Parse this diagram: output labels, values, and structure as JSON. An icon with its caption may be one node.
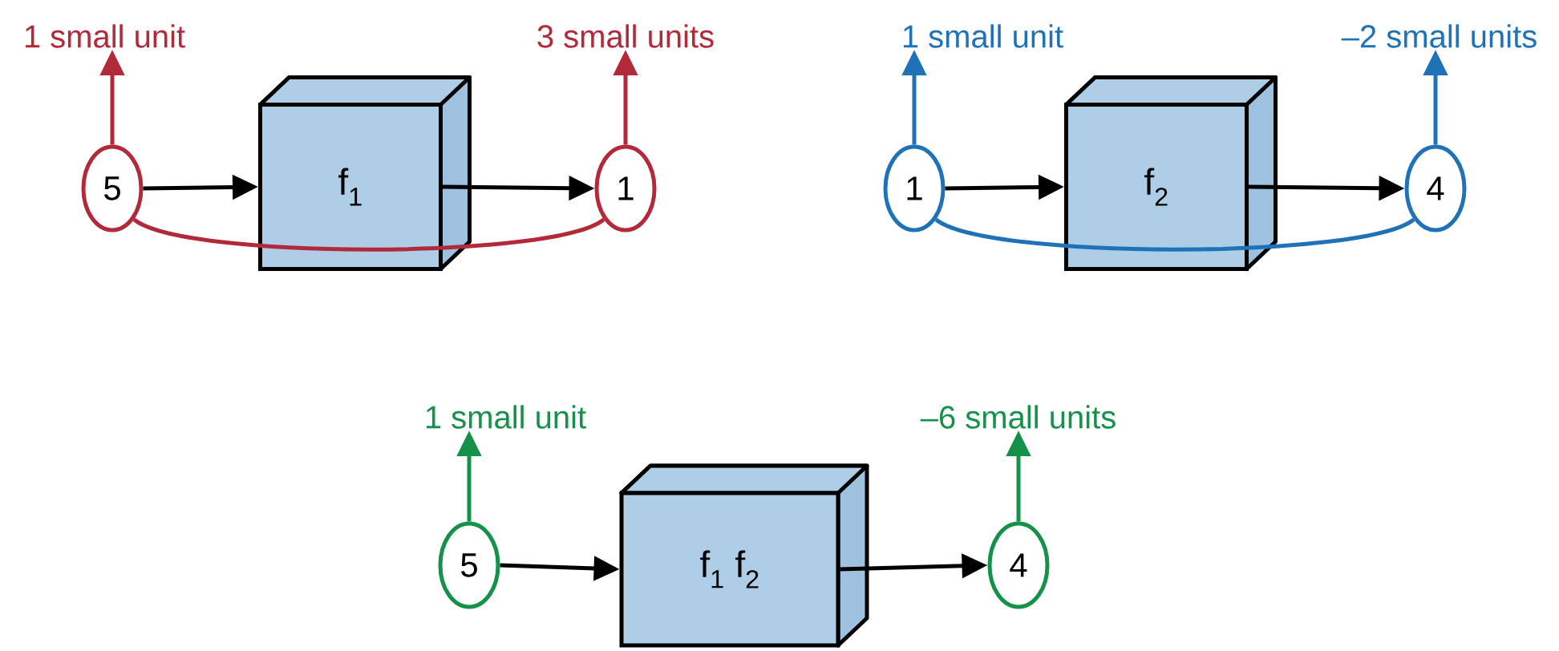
{
  "diagram": {
    "nodes": [
      {
        "text": [
          "1 small unit"
        ]
      },
      {
        "text": [
          "3 small units"
        ]
      },
      {
        "text": [
          "5"
        ]
      },
      {
        "text": [
          "f$_{1}$"
        ]
      },
      {
        "text": [
          "1"
        ]
      },
      {
        "text": [
          "1 small unit"
        ]
      },
      {
        "text": [
          "–2 small units"
        ]
      },
      {
        "text": [
          "1"
        ]
      },
      {
        "text": [
          "f$_{2}$"
        ]
      },
      {
        "text": [
          "4"
        ]
      },
      {
        "text": [
          "1 small unit"
        ]
      },
      {
        "text": [
          "–6 small units"
        ]
      },
      {
        "text": [
          "5"
        ]
      },
      {
        "text": [
          "f$_{1}$ f$_{2}$"
        ]
      },
      {
        "text": [
          "4"
        ]
      }
    ],
    "edges": [
      {
        "from": 2,
        "to": 3,
        "arrow": "to"
      },
      {
        "from": 3,
        "to": 4,
        "arrow": "to"
      },
      {
        "from": 2,
        "to": 0,
        "arrow": "to",
        "color": "#b22a3a"
      },
      {
        "from": 4,
        "to": 1,
        "arrow": "to",
        "color": "#b22a3a"
      },
      {
        "from": 2,
        "to": 4,
        "arrow": "none",
        "color": "#b22a3a"
      },
      {
        "from": 7,
        "to": 8,
        "arrow": "to"
      },
      {
        "from": 8,
        "to": 9,
        "arrow": "to"
      },
      {
        "from": 7,
        "to": 5,
        "arrow": "to",
        "color": "#1f72b8"
      },
      {
        "from": 9,
        "to": 6,
        "arrow": "to",
        "color": "#1f72b8"
      },
      {
        "from": 7,
        "to": 9,
        "arrow": "none",
        "color": "#1f72b8"
      },
      {
        "from": 12,
        "to": 13,
        "arrow": "to"
      },
      {
        "from": 13,
        "to": 14,
        "arrow": "to"
      },
      {
        "from": 12,
        "to": 10,
        "arrow": "to",
        "color": "#15924a"
      },
      {
        "from": 14,
        "to": 11,
        "arrow": "to",
        "color": "#15924a"
      }
    ]
  }
}
